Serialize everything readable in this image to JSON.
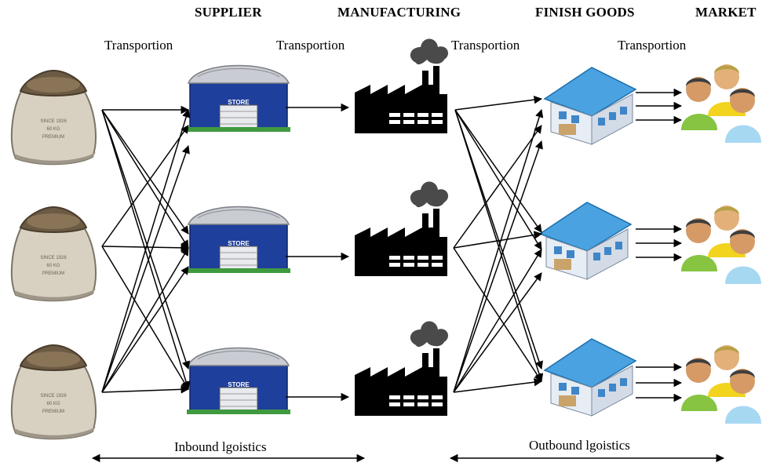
{
  "headers": {
    "supplier": "SUPPLIER",
    "manufacturing": "MANUFACTURING",
    "finish_goods": "FINISH GOODS",
    "market": "MARKET"
  },
  "transport_labels": [
    "Transportion",
    "Transportion",
    "Transportion",
    "Transportion"
  ],
  "logistics": {
    "inbound": "Inbound lgoistics",
    "outbound": "Outbound lgoistics"
  },
  "store_sign": "STORE",
  "colors": {
    "store_blue": "#1f3f9c",
    "roof_grey": "#c9ccd2",
    "warehouse_blue": "#4aa3e0",
    "sack": "#cfc7b8",
    "factory": "#000000",
    "smoke": "#4a4a4a"
  }
}
